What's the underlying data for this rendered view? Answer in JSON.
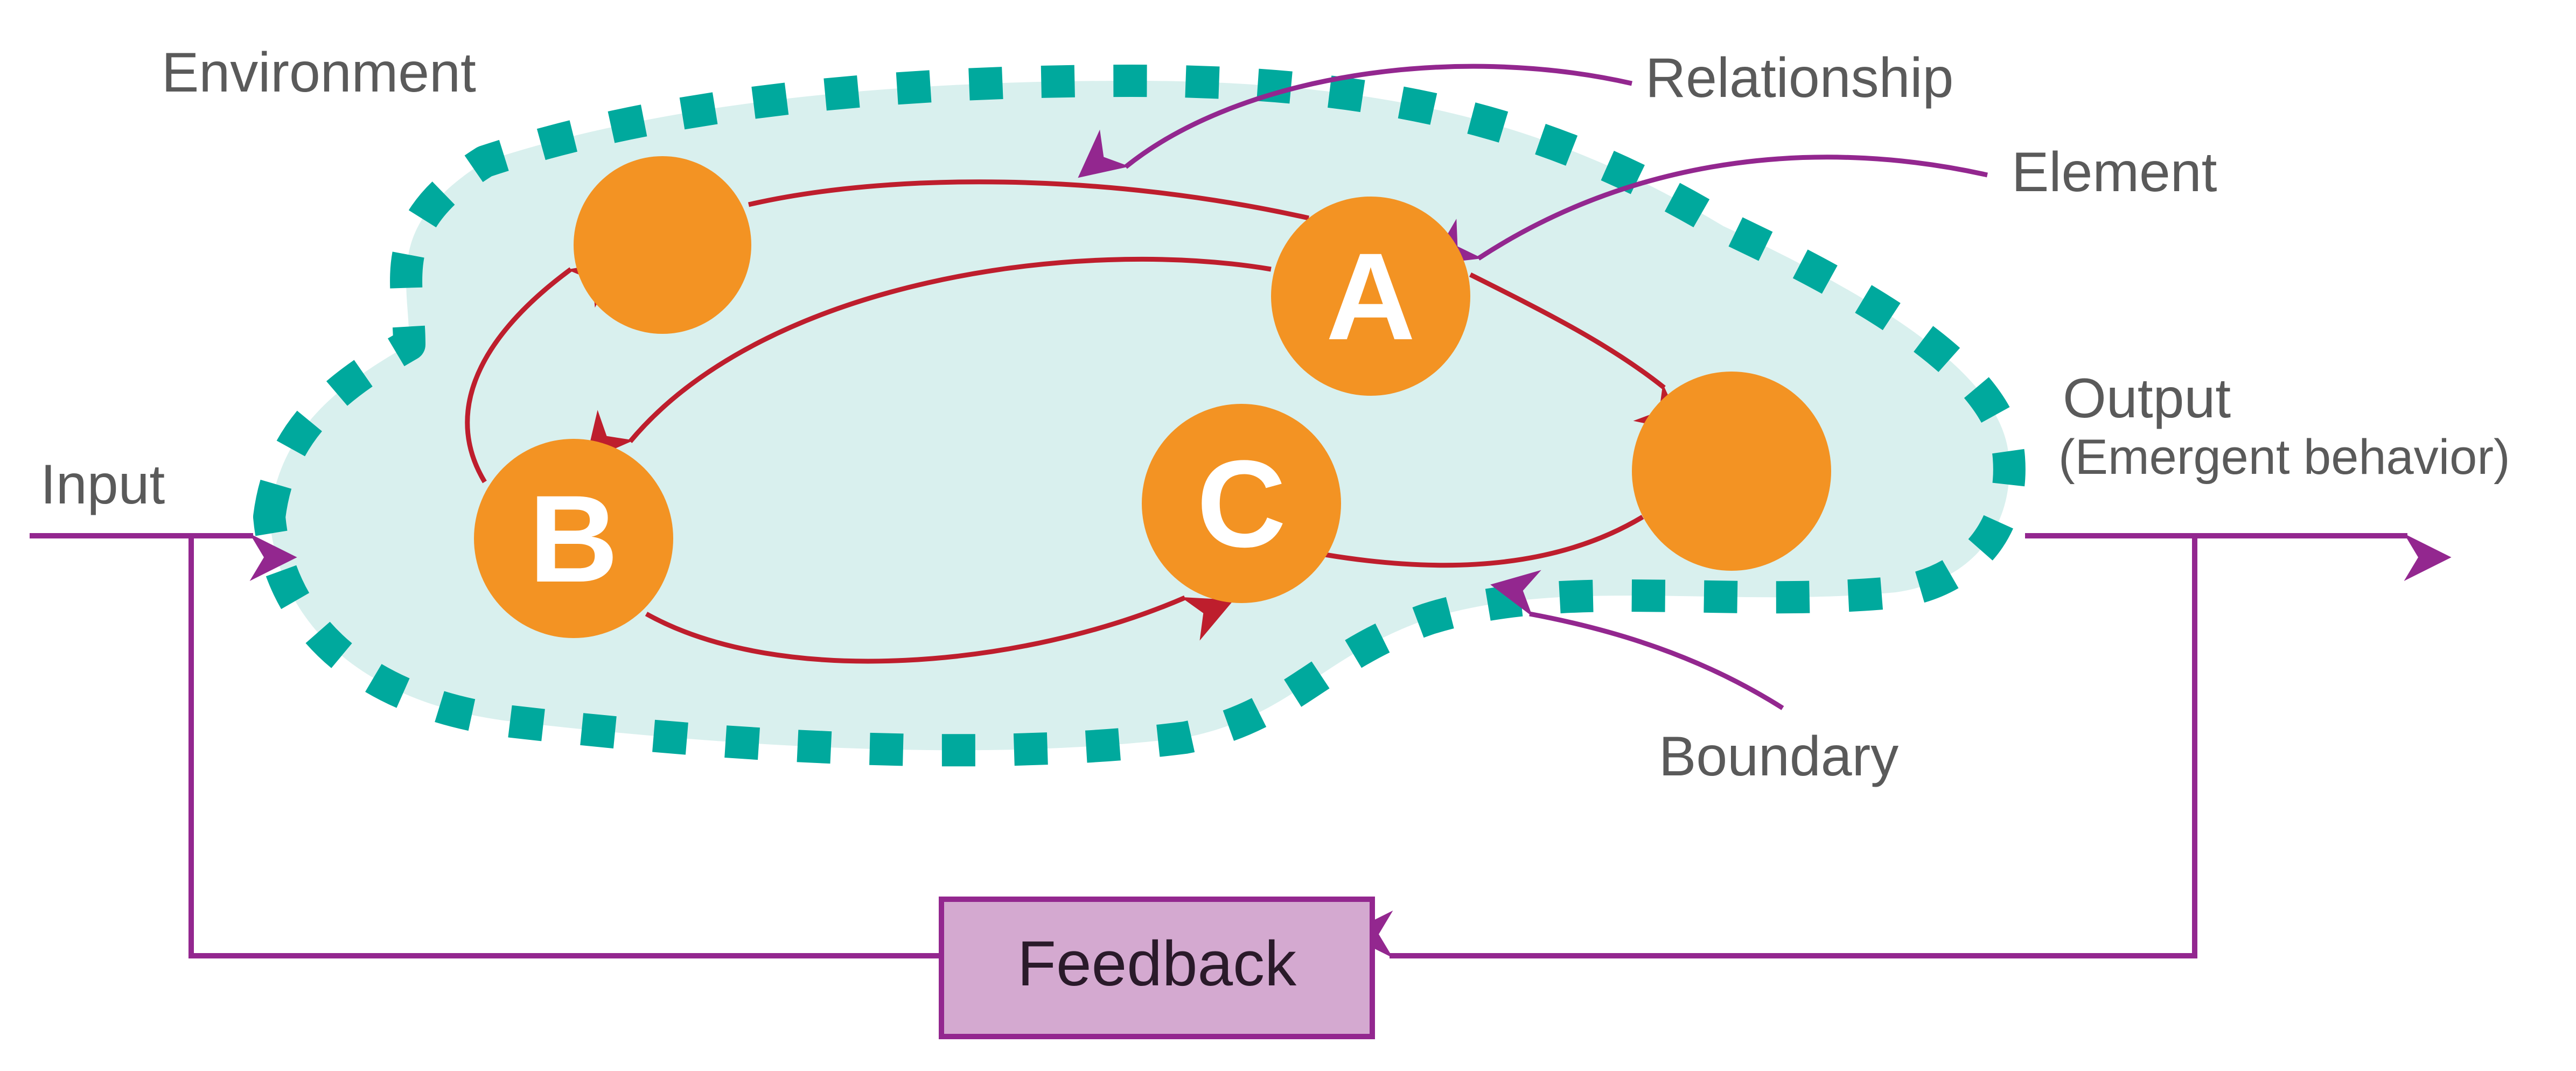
{
  "labels": {
    "environment": "Environment",
    "relationship": "Relationship",
    "element": "Element",
    "output": "Output",
    "output_sub": "(Emergent behavior)",
    "input": "Input",
    "boundary": "Boundary",
    "feedback": "Feedback"
  },
  "nodes": {
    "a": "A",
    "b": "B",
    "c": "C"
  },
  "colors": {
    "node_fill": "#F39323",
    "relationship_arrow": "#BE1E2D",
    "flow_line": "#93278F",
    "boundary_dash": "#00A99D",
    "system_fill": "#D9F0EE",
    "feedback_fill": "#D4A9D0",
    "label_text": "#5A5A5A"
  }
}
